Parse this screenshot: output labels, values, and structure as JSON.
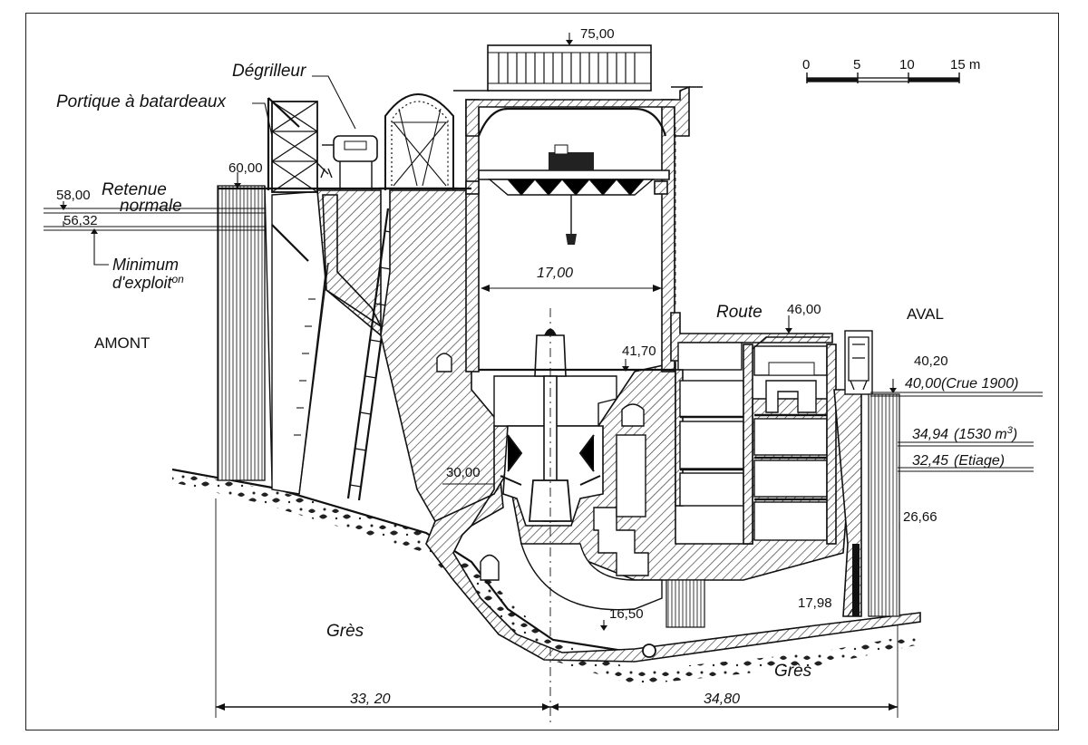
{
  "labels": {
    "portique": "Portique à batardeaux",
    "degrilleur": "Dégrilleur",
    "retenue_1": "Retenue",
    "retenue_2": "normale",
    "minimum_1": "Minimum",
    "minimum_2": "d'exploit",
    "minimum_sup": "on",
    "amont": "AMONT",
    "aval": "AVAL",
    "route": "Route",
    "gres_left": "Grès",
    "gres_right": "Grès",
    "crue": "(Crue 1900)",
    "debit": "(1530 m",
    "debit_sup": "3",
    "debit_close": ")",
    "etiage": "(Etiage)"
  },
  "elevations": {
    "e75": "75,00",
    "e60": "60,00",
    "e58": "58,00",
    "e5632": "56,32",
    "e46": "46,00",
    "e4170": "41,70",
    "e4020": "40,20",
    "e4000": "40,00",
    "e3494": "34,94",
    "e3245": "32,45",
    "e30": "30,00",
    "e2666": "26,66",
    "e1798": "17,98",
    "e1650": "16,50"
  },
  "dimensions": {
    "width_hall": "17,00",
    "upstream": "33, 20",
    "downstream": "34,80"
  },
  "scale": {
    "ticks": [
      "0",
      "5",
      "10",
      "15 m"
    ]
  }
}
